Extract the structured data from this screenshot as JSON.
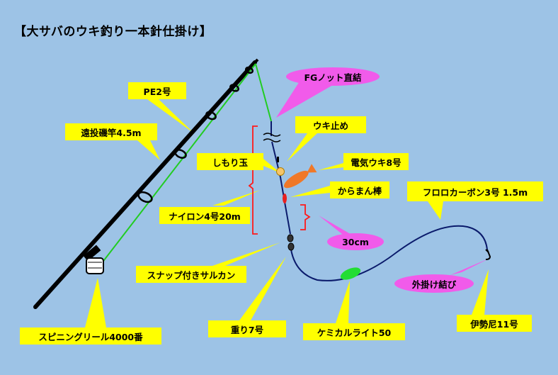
{
  "title": "【大サバのウキ釣り一本針仕掛け】",
  "labels": {
    "pe_line": "PE2号",
    "rod": "遠投磯竿4.5m",
    "reel": "スピニングリール4000番",
    "fg_knot": "FGノット直結",
    "float_stop": "ウキ止め",
    "shimori": "しもり玉",
    "electric_float": "電気ウキ8号",
    "karaman": "からまん棒",
    "nylon": "ナイロン4号20m",
    "distance": "30cm",
    "snap_swivel": "スナップ付きサルカン",
    "sinker": "重り7号",
    "chemical_light": "ケミカルライト50",
    "fluorocarbon": "フロロカーボン3号 1.5m",
    "sotokake": "外掛け結び",
    "hook": "伊勢尼11号"
  },
  "colors": {
    "background": "#9dc3e6",
    "callout_yellow": "#ffff00",
    "callout_pink": "#f15bea",
    "rod": "#000000",
    "pe_line": "#22cc22",
    "mainline": "#0a1a6b",
    "bracket": "#ff1a1a",
    "float": "#f07828",
    "shimori": "#f5c56a",
    "karaman": "#e82020",
    "chemical_light": "#22dd33"
  }
}
